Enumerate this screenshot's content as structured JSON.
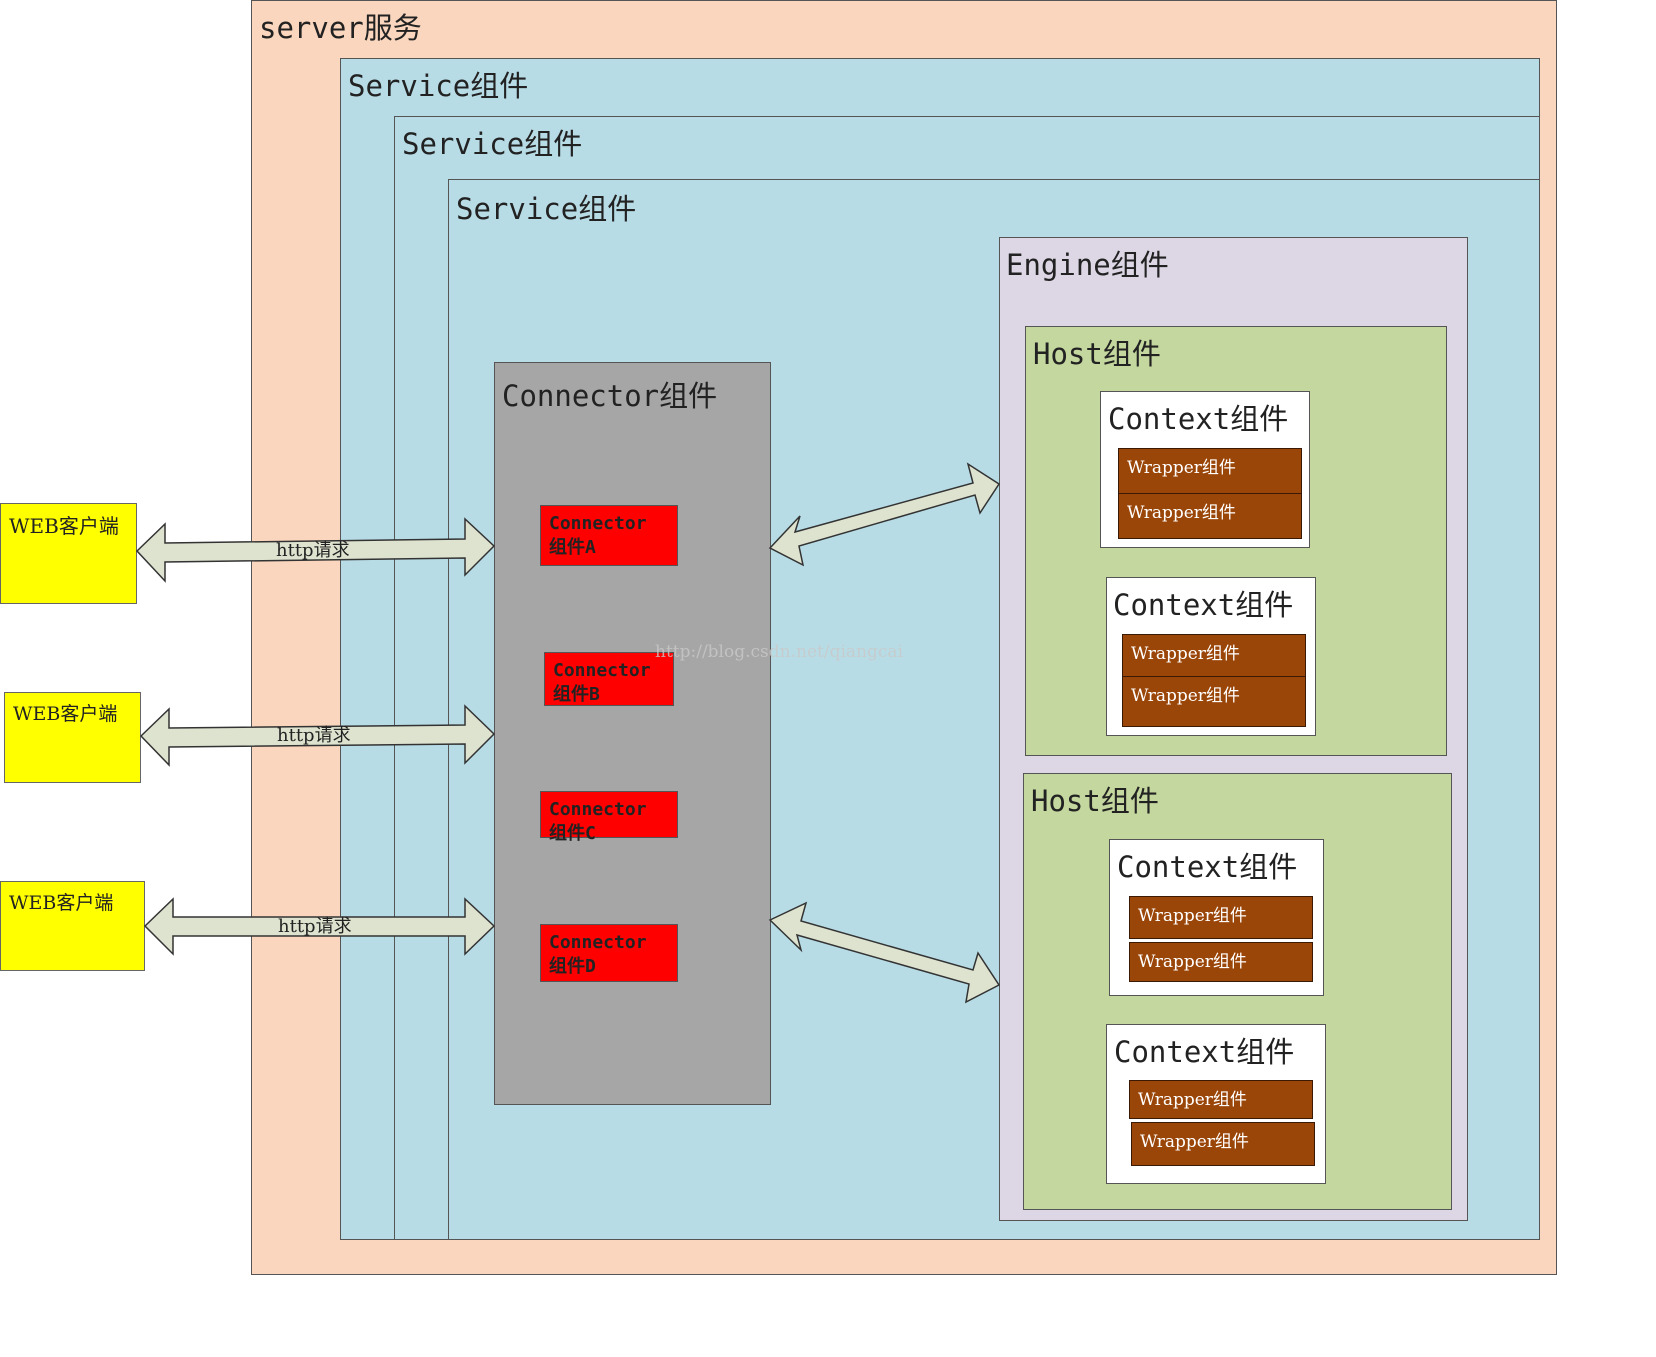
{
  "server": {
    "label": "server服务"
  },
  "services": [
    {
      "label": "Service组件"
    },
    {
      "label": "Service组件"
    },
    {
      "label": "Service组件"
    }
  ],
  "connector": {
    "label": "Connector组件",
    "items": [
      {
        "label": "Connector\n组件A"
      },
      {
        "label": "Connector\n组件B"
      },
      {
        "label": "Connector\n组件C"
      },
      {
        "label": "Connector\n组件D"
      }
    ]
  },
  "engine": {
    "label": "Engine组件",
    "hosts": [
      {
        "label": "Host组件",
        "contexts": [
          {
            "label": "Context组件",
            "wrappers": [
              "Wrapper组件",
              "Wrapper组件"
            ]
          },
          {
            "label": "Context组件",
            "wrappers": [
              "Wrapper组件",
              "Wrapper组件"
            ]
          }
        ]
      },
      {
        "label": "Host组件",
        "contexts": [
          {
            "label": "Context组件",
            "wrappers": [
              "Wrapper组件",
              "Wrapper组件"
            ]
          },
          {
            "label": "Context组件",
            "wrappers": [
              "Wrapper组件",
              "Wrapper组件"
            ]
          }
        ]
      }
    ]
  },
  "clients": [
    {
      "label": "WEB客户端",
      "request_label": "http请求"
    },
    {
      "label": "WEB客户端",
      "request_label": "http请求"
    },
    {
      "label": "WEB客户端",
      "request_label": "http请求"
    }
  ],
  "watermark": "http://blog.csdn.net/qiangcai",
  "colors": {
    "server": "#f9d6bd",
    "service": "#b8dce6",
    "engine": "#ddd7e5",
    "host": "#c4d79e",
    "connector": "#a6a6a6",
    "connector_item": "#ff0000",
    "wrapper": "#9b4609",
    "client": "#ffff00",
    "arrow_fill": "#dde3cf"
  }
}
